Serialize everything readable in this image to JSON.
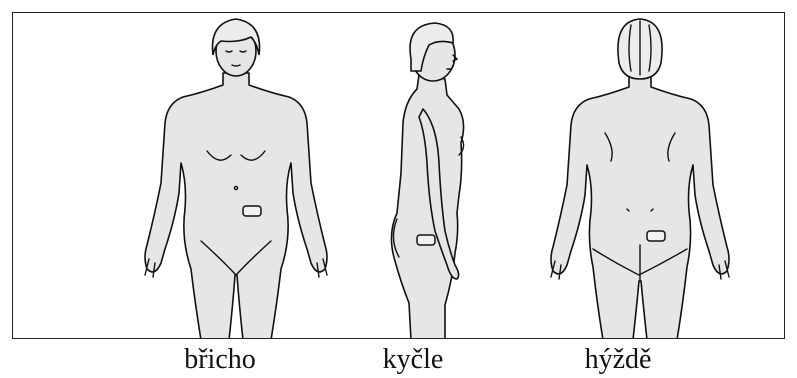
{
  "figure": {
    "frame_border_color": "#222222",
    "body_color": "#e6e6e6",
    "views": [
      {
        "key": "front",
        "label": "břicho",
        "icon": "front-body-figure"
      },
      {
        "key": "side",
        "label": "kyčle",
        "icon": "side-body-figure"
      },
      {
        "key": "back",
        "label": "hýždě",
        "icon": "back-body-figure"
      }
    ]
  }
}
